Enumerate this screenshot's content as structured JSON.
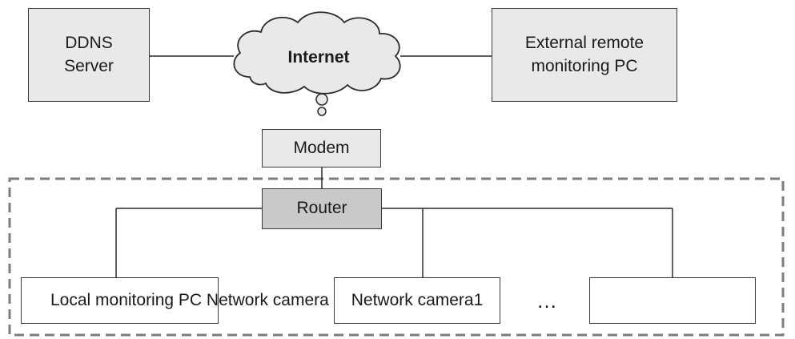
{
  "nodes": {
    "ddns_server": {
      "label": "DDNS\nServer"
    },
    "internet": {
      "label": "Internet"
    },
    "external_pc": {
      "label": "External remote\nmonitoring PC"
    },
    "modem": {
      "label": "Modem"
    },
    "router": {
      "label": "Router"
    },
    "local_pc": {
      "label": "Local monitoring PC Network camera n"
    },
    "camera1": {
      "label": "Network camera1"
    },
    "camera_n": {
      "label": ""
    }
  },
  "ellipsis": "…"
}
